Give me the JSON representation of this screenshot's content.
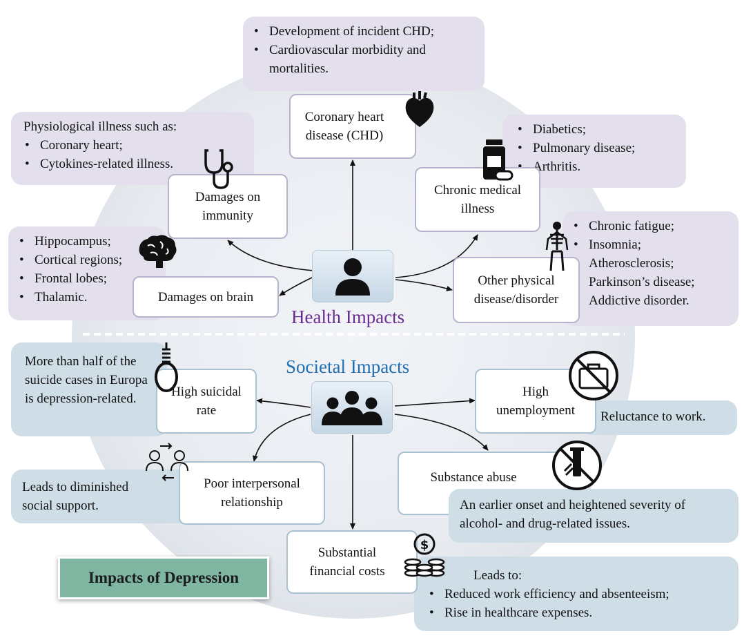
{
  "title": "Impacts of Depression",
  "health": {
    "heading": "Health Impacts",
    "nodes": {
      "chd": "Coronary heart disease (CHD)",
      "immunity": "Damages on immunity",
      "brain": "Damages on brain",
      "chronic": "Chronic medical illness",
      "other": "Other physical disease/disorder"
    },
    "notes": {
      "chd": [
        "Development of incident CHD;",
        "Cardiovascular morbidity and mortalities."
      ],
      "immunity_lead": "Physiological illness such as:",
      "immunity": [
        "Coronary heart;",
        "Cytokines-related illness."
      ],
      "brain": [
        "Hippocampus;",
        "Cortical regions;",
        "Frontal lobes;",
        "Thalamic."
      ],
      "chronic": [
        "Diabetics;",
        "Pulmonary disease;",
        "Arthritis."
      ],
      "other": [
        "Chronic fatigue;",
        "Insomnia;",
        "Atherosclerosis;",
        "Parkinson’s disease;",
        "Addictive disorder."
      ]
    }
  },
  "societal": {
    "heading": "Societal Impacts",
    "nodes": {
      "suicide": "High suicidal rate",
      "unemployment": "High unemployment",
      "interpersonal": "Poor interpersonal relationship",
      "substance": "Substance abuse",
      "financial": "Substantial financial costs"
    },
    "notes": {
      "suicide": "More than half of the suicide cases in Europa is depression-related.",
      "unemployment": "Reluctance to work.",
      "interpersonal": "Leads to diminished social support.",
      "substance": "An earlier onset and heightened severity of alcohol- and drug-related issues.",
      "financial_lead": "Leads to:",
      "financial": [
        "Reduced work efficiency and absenteeism;",
        "Rise in healthcare expenses."
      ]
    }
  },
  "icons": {
    "heart": "heart-icon",
    "stethoscope": "stethoscope-icon",
    "brain": "brain-icon",
    "pills": "pill-bottle-icon",
    "skeleton": "skeleton-icon",
    "person": "person-icon",
    "group": "group-icon",
    "noose": "noose-icon",
    "no_work": "no-briefcase-icon",
    "exchange": "people-exchange-icon",
    "no_drugs": "no-drugs-icon",
    "money": "money-coins-icon"
  },
  "colors": {
    "health_heading": "#6a2d91",
    "societal_heading": "#1f6fb2",
    "health_note": "#e4dfec",
    "societal_note": "#cfdde6",
    "title_fill": "#7fb6a2"
  }
}
